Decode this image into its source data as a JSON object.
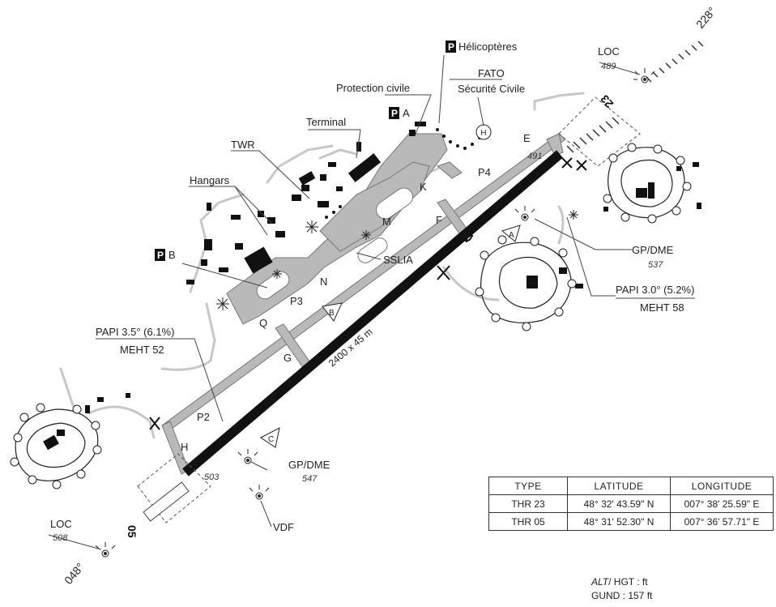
{
  "runway": {
    "dimensions": "2400 x 45 m",
    "thr_05_label": "05",
    "thr_23_label": "23",
    "heading_ne": "228°",
    "heading_sw": "048°",
    "elev_ne": "491",
    "elev_sw": "503"
  },
  "labels": {
    "helicopters": "Hélicoptères",
    "fato": "FATO",
    "securite_civile": "Sécurité Civile",
    "protection_civile": "Protection civile",
    "terminal": "Terminal",
    "parking_a": "A",
    "twr": "TWR",
    "hangars": "Hangars",
    "parking_b": "B",
    "sslia": "SSLIA",
    "parking_p_marker": "P"
  },
  "taxiways": [
    "E",
    "K",
    "M",
    "F",
    "N",
    "P3",
    "Q",
    "G",
    "P2",
    "H",
    "P4"
  ],
  "zones": [
    "A",
    "B",
    "C"
  ],
  "navaids": {
    "loc_ne": {
      "name": "LOC",
      "elev": "489"
    },
    "loc_sw": {
      "name": "LOC",
      "elev": "508"
    },
    "gp_dme_ne": {
      "name": "GP/DME",
      "elev": "537"
    },
    "gp_dme_sw": {
      "name": "GP/DME",
      "elev": "547"
    },
    "vdf": {
      "name": "VDF"
    },
    "papi_ne": {
      "angle": "PAPI 3.0° (5.2%)",
      "meht": "MEHT 58"
    },
    "papi_sw": {
      "angle": "PAPI 3.5° (6.1%)",
      "meht": "MEHT 52"
    }
  },
  "coordinates_table": {
    "headers": [
      "TYPE",
      "LATITUDE",
      "LONGITUDE"
    ],
    "rows": [
      [
        "THR 23",
        "48° 32' 43.59\" N",
        "007° 38' 25.59\" E"
      ],
      [
        "THR 05",
        "48° 31' 52.30\" N",
        "007° 36' 57.71\" E"
      ]
    ]
  },
  "units": {
    "alt_hgt": "/ HGT : ft",
    "alt_label": "ALT",
    "gund": "GUND : 157 ft"
  },
  "colors": {
    "runway": "#111111",
    "taxiway": "#b9b9b9",
    "apron": "#b0b0b0",
    "road": "#c8c8c8",
    "building": "#111111"
  }
}
